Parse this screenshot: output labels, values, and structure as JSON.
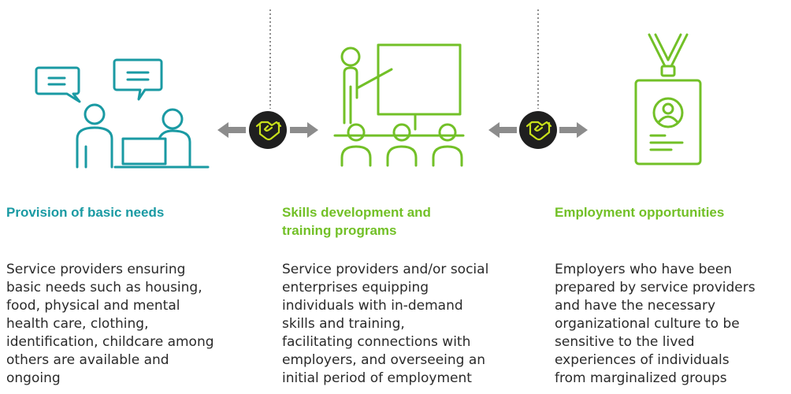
{
  "colors": {
    "teal": "#1a9aa3",
    "green": "#72c027",
    "arrow_gray": "#8c8c8c",
    "badge_fill": "#1f1f1f",
    "badge_icon": "#c9e11a"
  },
  "icons": [
    "conversation-icon",
    "presentation-icon",
    "id-badge-icon",
    "handshake-icon"
  ],
  "columns": [
    {
      "title_lines": [
        "Provision of basic needs"
      ],
      "body_lines": [
        "Service providers ensuring",
        "basic needs such as housing,",
        "food, physical and mental",
        "health care, clothing,",
        "identification, childcare among",
        "others are available and",
        "ongoing"
      ]
    },
    {
      "title_lines": [
        "Skills development and",
        "training programs"
      ],
      "body_lines": [
        "Service providers and/or social",
        "enterprises equipping",
        "individuals with in-demand",
        "skills and training,",
        "facilitating connections with",
        "employers, and overseeing an",
        "initial period of employment"
      ]
    },
    {
      "title_lines": [
        "Employment opportunities"
      ],
      "body_lines": [
        "Employers who have been",
        "prepared by service providers",
        "and have the necessary",
        "organizational culture to be",
        "sensitive to the lived",
        "experiences of individuals",
        "from marginalized groups"
      ]
    }
  ]
}
